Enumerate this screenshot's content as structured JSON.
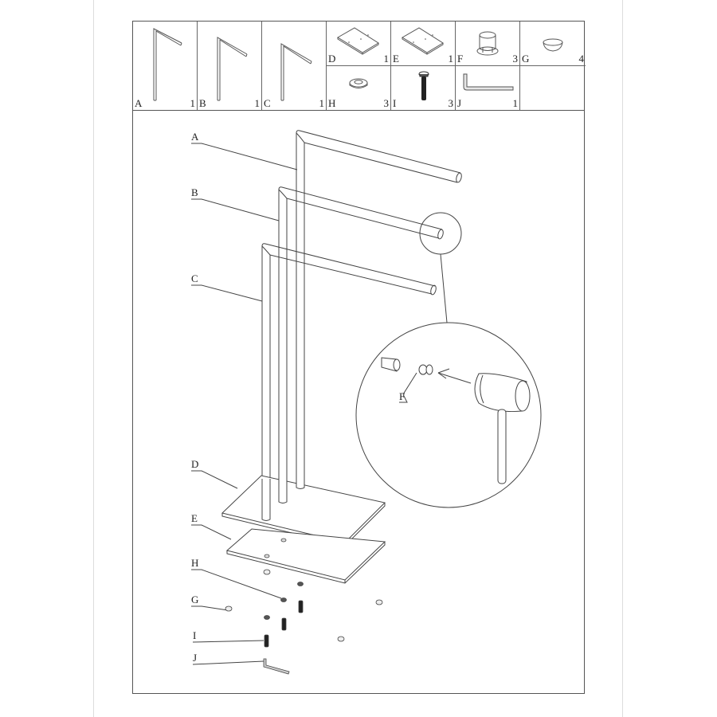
{
  "parts_table": {
    "parts": [
      {
        "id": "A",
        "qty": "1",
        "name": "tall-rail-A"
      },
      {
        "id": "B",
        "qty": "1",
        "name": "mid-rail-B"
      },
      {
        "id": "C",
        "qty": "1",
        "name": "short-rail-C"
      },
      {
        "id": "D",
        "qty": "1",
        "name": "base-plate-D"
      },
      {
        "id": "E",
        "qty": "1",
        "name": "bottom-plate-E"
      },
      {
        "id": "F",
        "qty": "3",
        "name": "end-cap-F"
      },
      {
        "id": "G",
        "qty": "4",
        "name": "foot-pad-G"
      },
      {
        "id": "H",
        "qty": "3",
        "name": "washer-H"
      },
      {
        "id": "I",
        "qty": "3",
        "name": "screw-I"
      },
      {
        "id": "J",
        "qty": "1",
        "name": "allen-key-J"
      }
    ]
  },
  "callouts": {
    "A": "A",
    "B": "B",
    "C": "C",
    "D": "D",
    "E": "E",
    "F": "F",
    "G": "G",
    "H": "H",
    "I": "I",
    "J": "J"
  },
  "colors": {
    "line": "#555555",
    "paper": "#ffffff"
  }
}
